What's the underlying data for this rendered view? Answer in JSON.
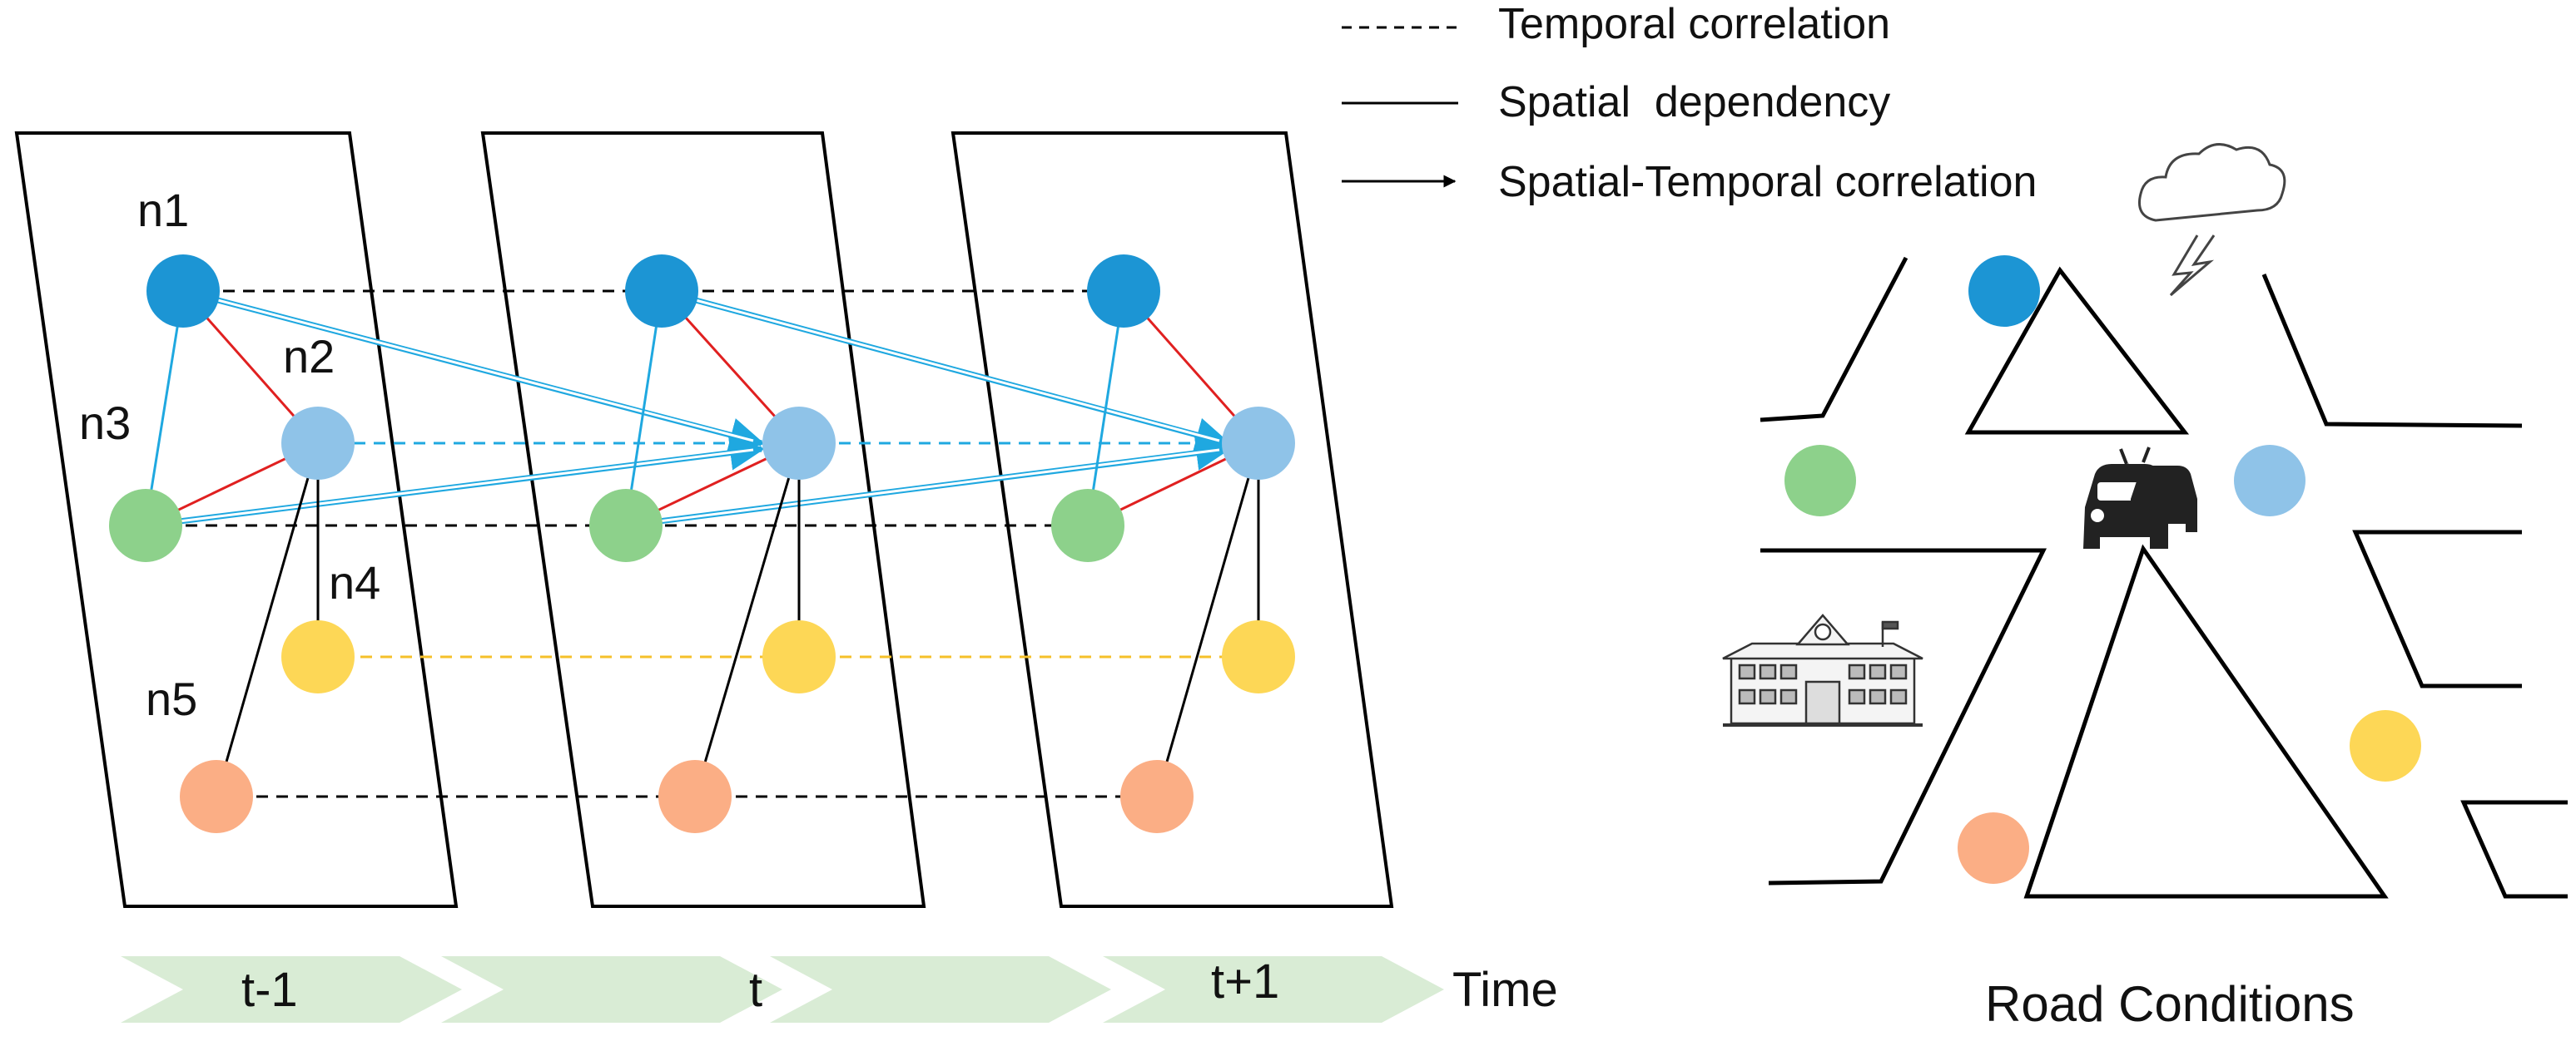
{
  "legend": {
    "temporal": "Temporal correlation",
    "spatial": "Spatial  dependency",
    "spatiotemporal": "Spatial-Temporal correlation"
  },
  "node_labels": [
    "n1",
    "n2",
    "n3",
    "n4",
    "n5"
  ],
  "timeline": {
    "steps": [
      "t-1",
      "t",
      "t+1"
    ],
    "axis_label": "Time",
    "color": "#d9ecd5"
  },
  "road": {
    "caption": "Road Conditions",
    "icons": [
      "storm-cloud-icon",
      "car-accident-icon",
      "school-building-icon"
    ]
  },
  "colors": {
    "n1": "#1c95d4",
    "n2": "#8fc3e8",
    "n3": "#8dd18b",
    "n4": "#fdd756",
    "n5": "#fbae85",
    "red_edge": "#e02020",
    "blue_edge": "#1fa8e0",
    "yellow_edge": "#f5c02a"
  }
}
